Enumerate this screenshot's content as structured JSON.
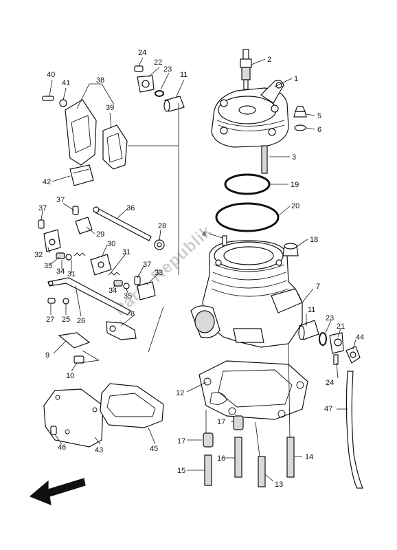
{
  "diagram": {
    "watermark": "Parts Republik",
    "callouts": [
      "1",
      "2",
      "3",
      "4",
      "5",
      "6",
      "7",
      "8",
      "9",
      "10",
      "11",
      "11",
      "12",
      "13",
      "14",
      "15",
      "16",
      "17",
      "17",
      "18",
      "19",
      "20",
      "21",
      "22",
      "23",
      "23",
      "24",
      "24",
      "25",
      "26",
      "27",
      "28",
      "29",
      "30",
      "31",
      "31",
      "32",
      "33",
      "34",
      "34",
      "35",
      "35",
      "36",
      "37",
      "37",
      "37",
      "38",
      "39",
      "40",
      "41",
      "42",
      "43",
      "44",
      "45",
      "46",
      "47"
    ]
  }
}
